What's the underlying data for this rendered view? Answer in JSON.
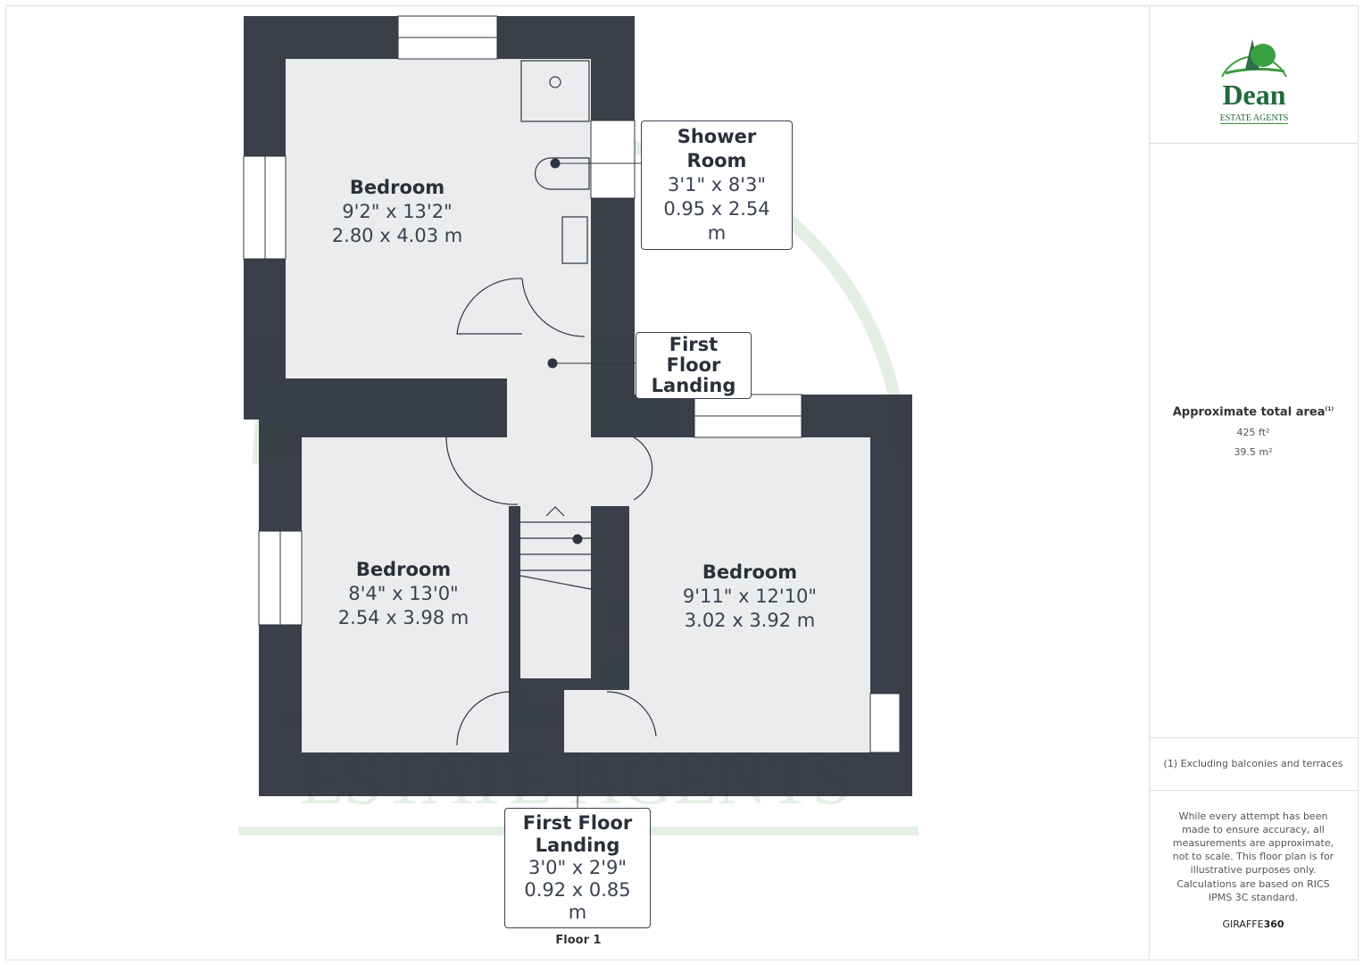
{
  "floor_label": "Floor 1",
  "rooms": [
    {
      "name": "Bedroom",
      "imperial": "9'2\" x 13'2\"",
      "metric": "2.80 x 4.03 m"
    },
    {
      "name": "Shower Room",
      "imperial": "3'1\" x 8'3\"",
      "metric": "0.95 x 2.54 m"
    },
    {
      "name": "First Floor Landing"
    },
    {
      "name": "Bedroom",
      "imperial": "8'4\" x 13'0\"",
      "metric": "2.54 x 3.98 m"
    },
    {
      "name": "Bedroom",
      "imperial": "9'11\" x 12'10\"",
      "metric": "3.02 x 3.92 m"
    },
    {
      "name": "First Floor Landing",
      "imperial": "3'0\" x 2'9\"",
      "metric": "0.92 x 0.85 m"
    }
  ],
  "logo": {
    "brand": "Dean",
    "sub": "ESTATE AGENTS",
    "color": "#1f6b3a"
  },
  "watermark": {
    "brand": "Dean",
    "sub": "ESTATE AGENTS"
  },
  "area": {
    "title": "Approximate total area",
    "sup": "(1)",
    "ft": "425 ft²",
    "m": "39.5 m²"
  },
  "footnote": "(1) Excluding balconies and terraces",
  "disclaimer": "While every attempt has been made to ensure accuracy, all measurements are approximate, not to scale. This floor plan is for illustrative purposes only.",
  "calc": "Calculations are based on RICS IPMS 3C standard.",
  "credit_a": "GIRAFFE",
  "credit_b": "360",
  "colors": {
    "wall": "#2f3540",
    "watermark": "#e4efe4"
  }
}
